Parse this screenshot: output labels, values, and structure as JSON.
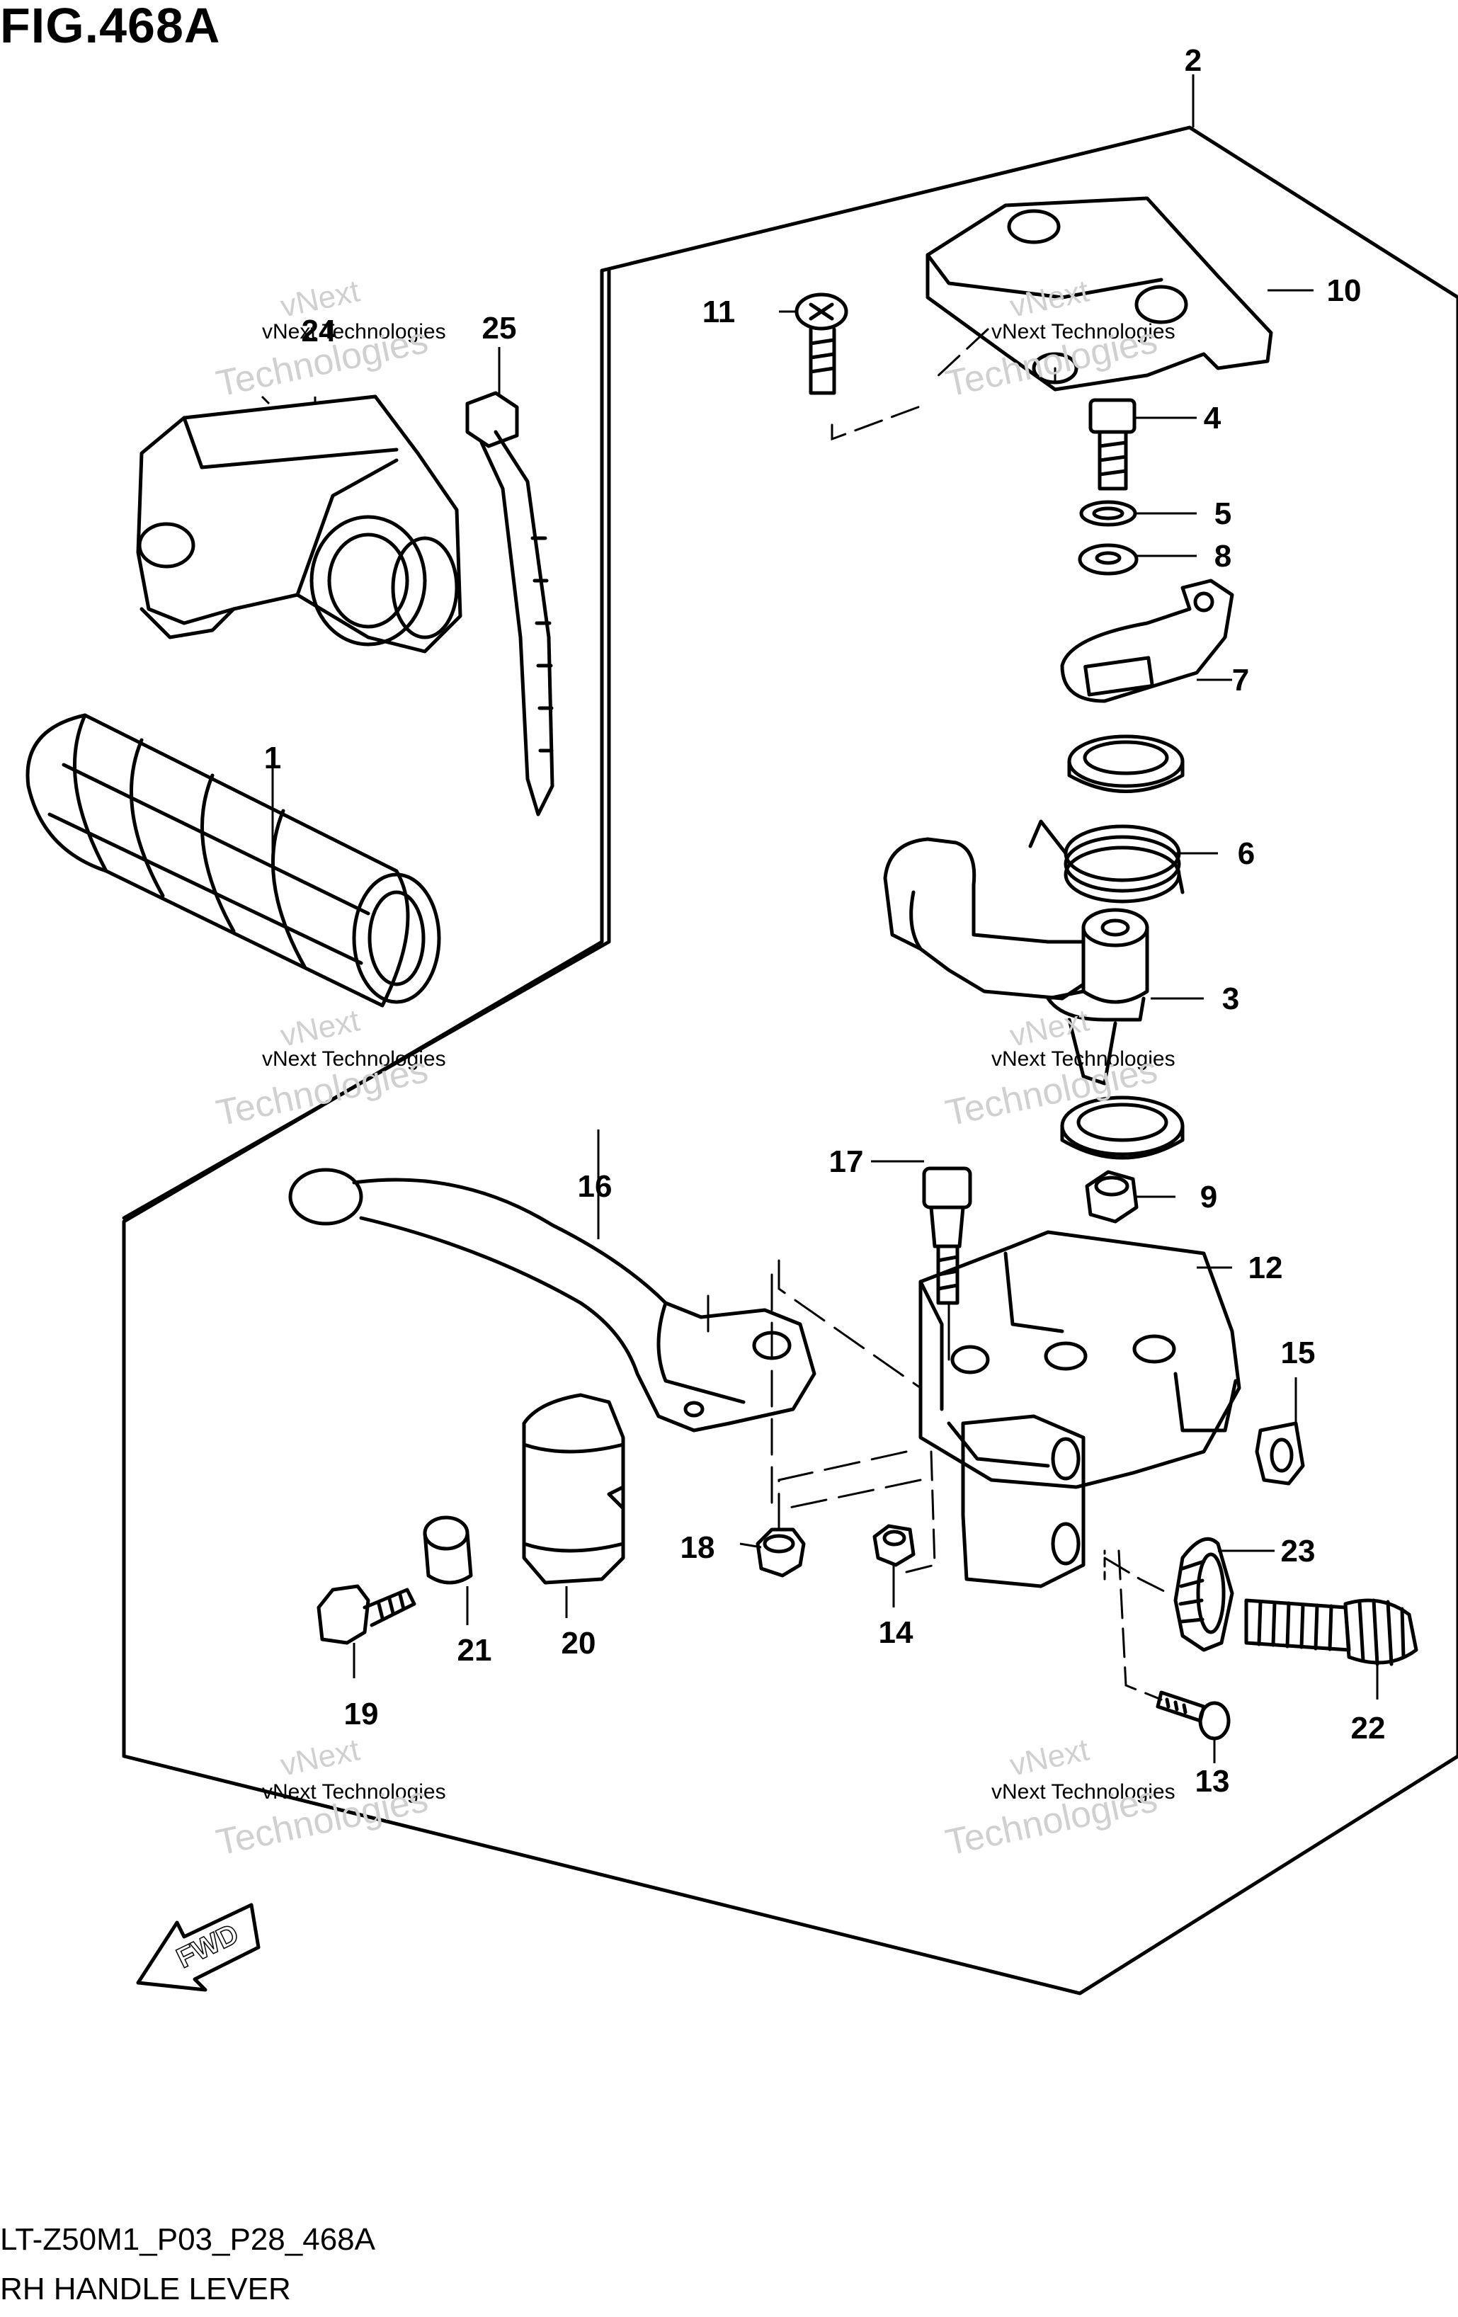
{
  "figure": {
    "title": "FIG.468A",
    "code": "LT-Z50M1_P03_P28_468A",
    "name": "RH HANDLE LEVER",
    "fwd_label": "FWD"
  },
  "watermark": {
    "line1": "vNext Technologies",
    "line2": "vNext",
    "line3": "Technologies"
  },
  "callouts": [
    {
      "number": "1"
    },
    {
      "number": "2"
    },
    {
      "number": "3"
    },
    {
      "number": "4"
    },
    {
      "number": "5"
    },
    {
      "number": "6"
    },
    {
      "number": "7"
    },
    {
      "number": "8"
    },
    {
      "number": "9"
    },
    {
      "number": "10"
    },
    {
      "number": "11"
    },
    {
      "number": "12"
    },
    {
      "number": "13"
    },
    {
      "number": "14"
    },
    {
      "number": "15"
    },
    {
      "number": "16"
    },
    {
      "number": "17"
    },
    {
      "number": "18"
    },
    {
      "number": "19"
    },
    {
      "number": "20"
    },
    {
      "number": "21"
    },
    {
      "number": "22"
    },
    {
      "number": "23"
    },
    {
      "number": "24"
    },
    {
      "number": "25"
    }
  ]
}
